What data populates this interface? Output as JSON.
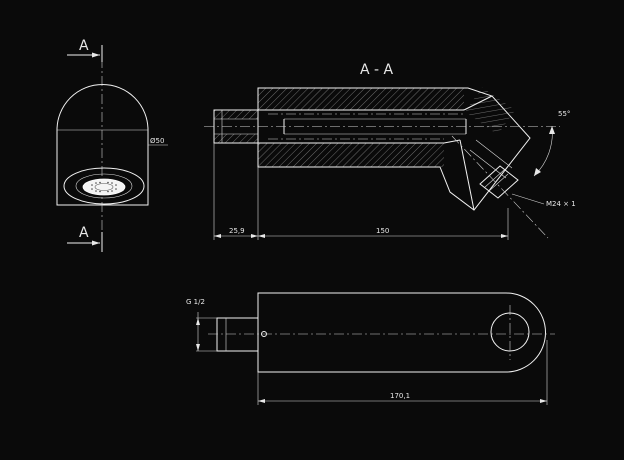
{
  "section_labels": {
    "cut_top": "A",
    "cut_bottom": "A",
    "section_title": "A - A"
  },
  "dimensions": {
    "diameter": "Ø50",
    "angle": "55°",
    "thread_outlet": "M24 × 1",
    "length_inlet": "25,9",
    "length_body": "150",
    "thread_inlet": "G 1/2",
    "length_total": "170,1"
  }
}
